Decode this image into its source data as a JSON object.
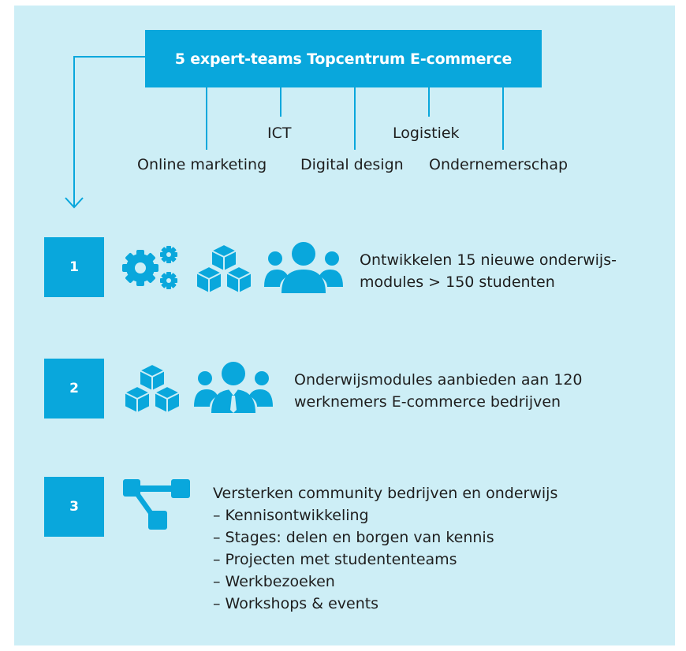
{
  "colors": {
    "accent": "#09a7dc",
    "background": "#cdeef6",
    "text": "#1e1e1e"
  },
  "header": {
    "title": "5 expert-teams Topcentrum E-commerce"
  },
  "teams": [
    "Online marketing",
    "ICT",
    "Digital design",
    "Logistiek",
    "Ondernemerschap"
  ],
  "rows": [
    {
      "number": "1",
      "icons": [
        "gears-icon",
        "cubes-icon",
        "group-icon"
      ],
      "lines": [
        "Ontwikkelen 15 nieuwe onderwijs-",
        "modules > 150 studenten"
      ]
    },
    {
      "number": "2",
      "icons": [
        "cubes-icon",
        "business-group-icon"
      ],
      "lines": [
        "Onderwijsmodules aanbieden aan 120",
        "werknemers E-commerce bedrijven"
      ]
    },
    {
      "number": "3",
      "icons": [
        "network-icon"
      ],
      "lines": [
        "Versterken community bedrijven en onderwijs",
        "– Kennisontwikkeling",
        "– Stages: delen en borgen van kennis",
        "– Projecten met studententeams",
        "– Werkbezoeken",
        "– Workshops & events"
      ]
    }
  ]
}
